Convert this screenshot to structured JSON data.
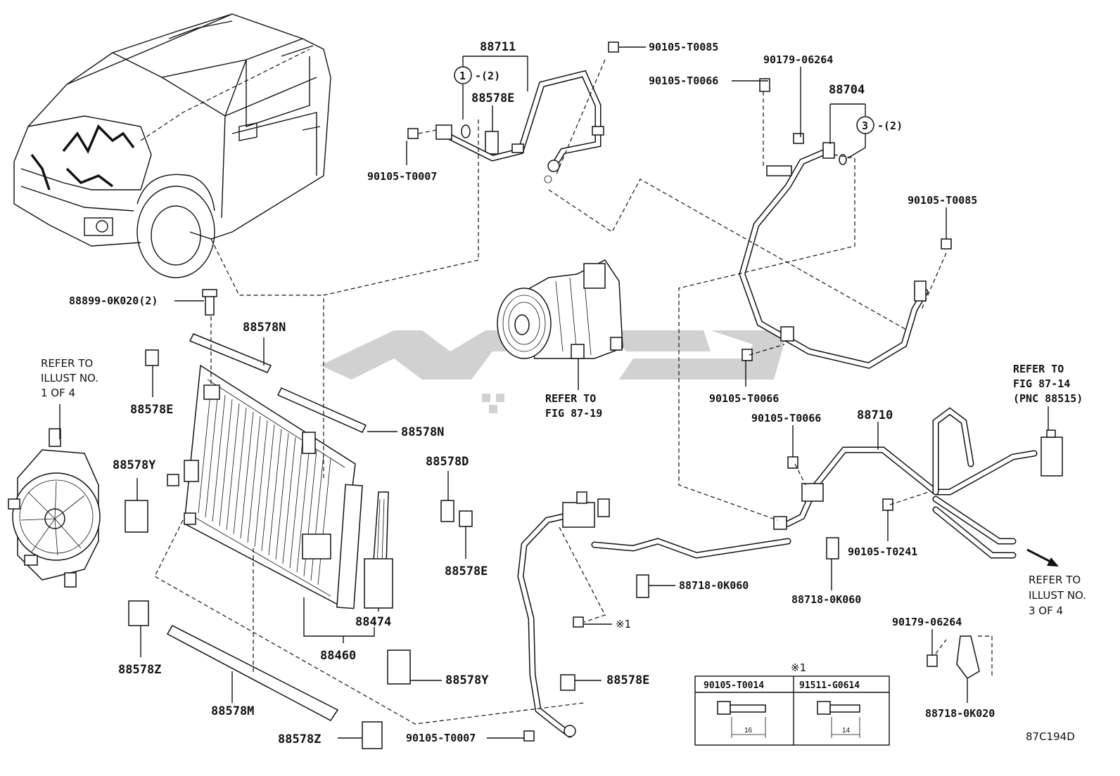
{
  "labels": {
    "p88711": "88711",
    "p88578E_top": "88578E",
    "circ1": "1",
    "circ1_qty": "-(2)",
    "p90105T0007_top": "90105-T0007",
    "p90105T0085_top": "90105-T0085",
    "p90105T0066_top": "90105-T0066",
    "p90179_06264_top": "90179-06264",
    "p88704": "88704",
    "circ3": "3",
    "circ3_qty": "-(2)",
    "p90105T0085_right": "90105-T0085",
    "p90105T0066_mid": "90105-T0066",
    "p90105T0066_low": "90105-T0066",
    "p88710": "88710",
    "p88899": "88899-0K020(2)",
    "p88578N_top": "88578N",
    "p88578N_mid": "88578N",
    "p88578E_left": "88578E",
    "p88578Y_left": "88578Y",
    "p88578D": "88578D",
    "p88578E_center": "88578E",
    "p88474": "88474",
    "p88460": "88460",
    "p88578Z_left": "88578Z",
    "p88578M": "88578M",
    "p88578Y_bottom": "88578Y",
    "p88578Z_bottom": "88578Z",
    "p90105T0007_bottom": "90105-T0007",
    "p88578E_bottom": "88578E",
    "star1": "※1",
    "p88718_0K060_a": "88718-0K060",
    "p88718_0K060_b": "88718-0K060",
    "p90105T0241": "90105-T0241",
    "p90179_06264_bot": "90179-06264",
    "p88718_0K020": "88718-0K020",
    "figure_code": "87C194D"
  },
  "refs": {
    "illust1": [
      "REFER TO",
      "ILLUST NO.",
      "1 OF 4"
    ],
    "fig8719": [
      "REFER TO",
      "FIG 87-19"
    ],
    "fig8714": [
      "REFER TO",
      "FIG 87-14",
      "(PNC 88515)"
    ],
    "illust3": [
      "REFER TO",
      "ILLUST NO.",
      "3 OF 4"
    ]
  },
  "table": {
    "title": "※1",
    "col1": "90105-T0014",
    "col2": "91511-G0614",
    "dim1": "16",
    "dim2": "14"
  },
  "colors": {
    "ink": "#111111",
    "watermark": "#c8c8c8"
  },
  "icons": [
    "arrow-right-icon",
    "star-note-icon"
  ]
}
